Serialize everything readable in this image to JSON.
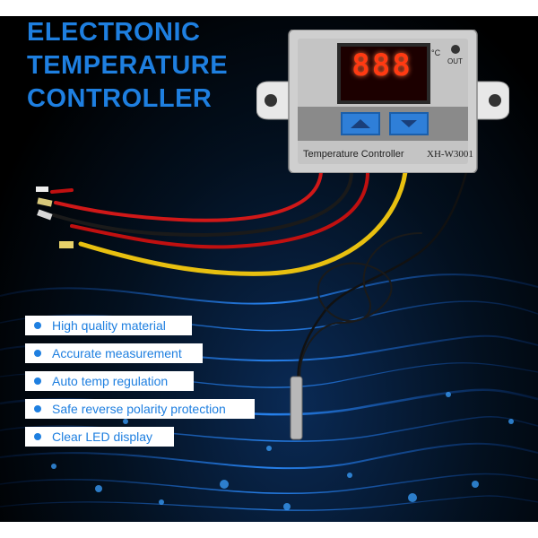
{
  "headline": [
    "ELECTRONIC",
    "TEMPERATURE",
    "CONTROLLER"
  ],
  "display": {
    "digits": "888",
    "unit": "°C",
    "out_label": "OUT"
  },
  "device": {
    "name": "Temperature Controller",
    "model": "XH-W3001"
  },
  "buttons": {
    "up_icon": "triangle-up-icon",
    "down_icon": "triangle-down-icon"
  },
  "features": [
    "High quality material",
    "Accurate measurement",
    "Auto temp regulation",
    "Safe reverse polarity protection",
    "Clear LED display"
  ],
  "colors": {
    "accent": "#1e7fe0",
    "led": "#ff3a12",
    "button": "#2f7fd8",
    "panel": "#c9c9c9"
  }
}
